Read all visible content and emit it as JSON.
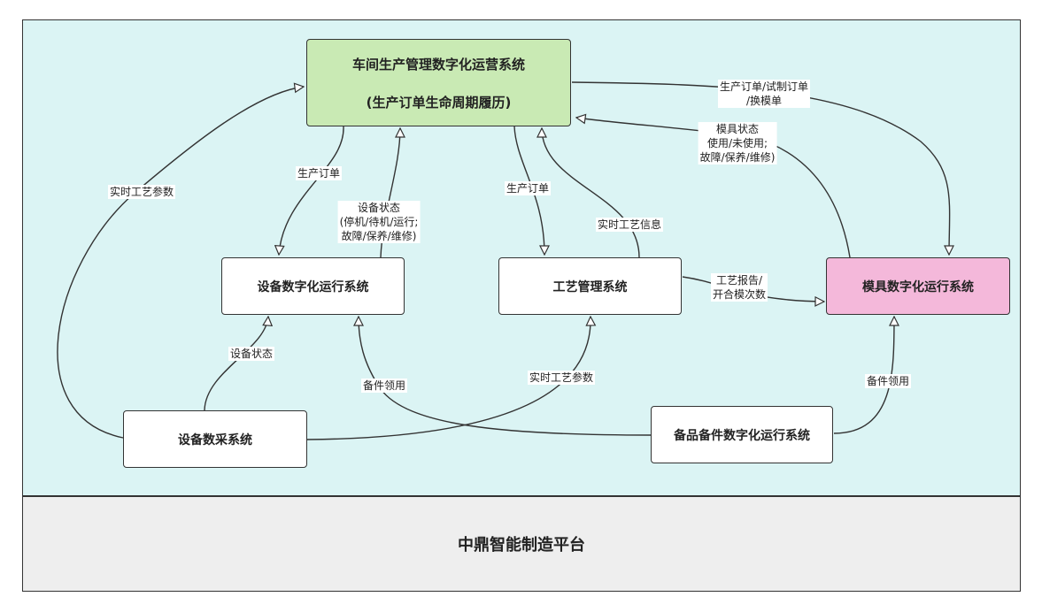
{
  "platform": {
    "label": "中鼎智能制造平台"
  },
  "nodes": {
    "mes": {
      "line1": "车间生产管理数字化运营系统",
      "line2": "(生产订单生命周期履历)"
    },
    "equipment": {
      "label": "设备数字化运行系统"
    },
    "process": {
      "label": "工艺管理系统"
    },
    "mold": {
      "label": "模具数字化运行系统"
    },
    "collection": {
      "label": "设备数采系统"
    },
    "spare": {
      "label": "备品备件数字化运行系统"
    }
  },
  "edge_labels": {
    "realtime_params_left": "实时工艺参数",
    "prod_order_equipment": "生产订单",
    "equip_status": [
      "设备状态",
      "(停机/待机/运行;",
      "故障/保养/维修)"
    ],
    "prod_order_process": "生产订单",
    "realtime_process_info": "实时工艺信息",
    "order_to_mold": [
      "生产订单/试制订单",
      "/换模单"
    ],
    "mold_status": [
      "模具状态",
      "使用/未使用;",
      "故障/保养/维修)"
    ],
    "process_report": [
      "工艺报告/",
      "开合模次数"
    ],
    "collect_equip_status": "设备状态",
    "spare_parts_equipment": "备件领用",
    "realtime_params_process": "实时工艺参数",
    "spare_parts_mold": "备件领用"
  },
  "colors": {
    "top_region": "#dbf4f4",
    "bottom_region": "#eeeeee",
    "mes_node": "#c9eab4",
    "mold_node": "#f4b8da",
    "line": "#333333"
  }
}
